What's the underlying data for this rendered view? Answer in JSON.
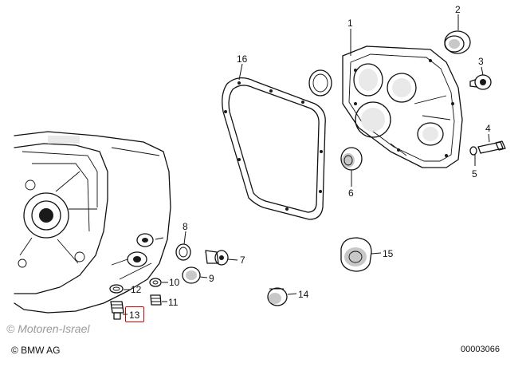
{
  "diagram": {
    "callouts": [
      {
        "id": "1",
        "label": "1"
      },
      {
        "id": "2",
        "label": "2"
      },
      {
        "id": "3",
        "label": "3"
      },
      {
        "id": "4",
        "label": "4"
      },
      {
        "id": "5",
        "label": "5"
      },
      {
        "id": "6",
        "label": "6"
      },
      {
        "id": "7",
        "label": "7"
      },
      {
        "id": "8",
        "label": "8"
      },
      {
        "id": "9",
        "label": "9"
      },
      {
        "id": "10",
        "label": "10"
      },
      {
        "id": "11",
        "label": "11"
      },
      {
        "id": "12",
        "label": "12"
      },
      {
        "id": "13",
        "label": "13"
      },
      {
        "id": "14",
        "label": "14"
      },
      {
        "id": "15",
        "label": "15"
      },
      {
        "id": "16",
        "label": "16"
      }
    ],
    "highlighted_callout": "13",
    "highlight_color": "#d40000"
  },
  "footer": {
    "watermark": "© Motoren-Israel",
    "copyright": "© BMW AG",
    "document_number": "00003066"
  }
}
